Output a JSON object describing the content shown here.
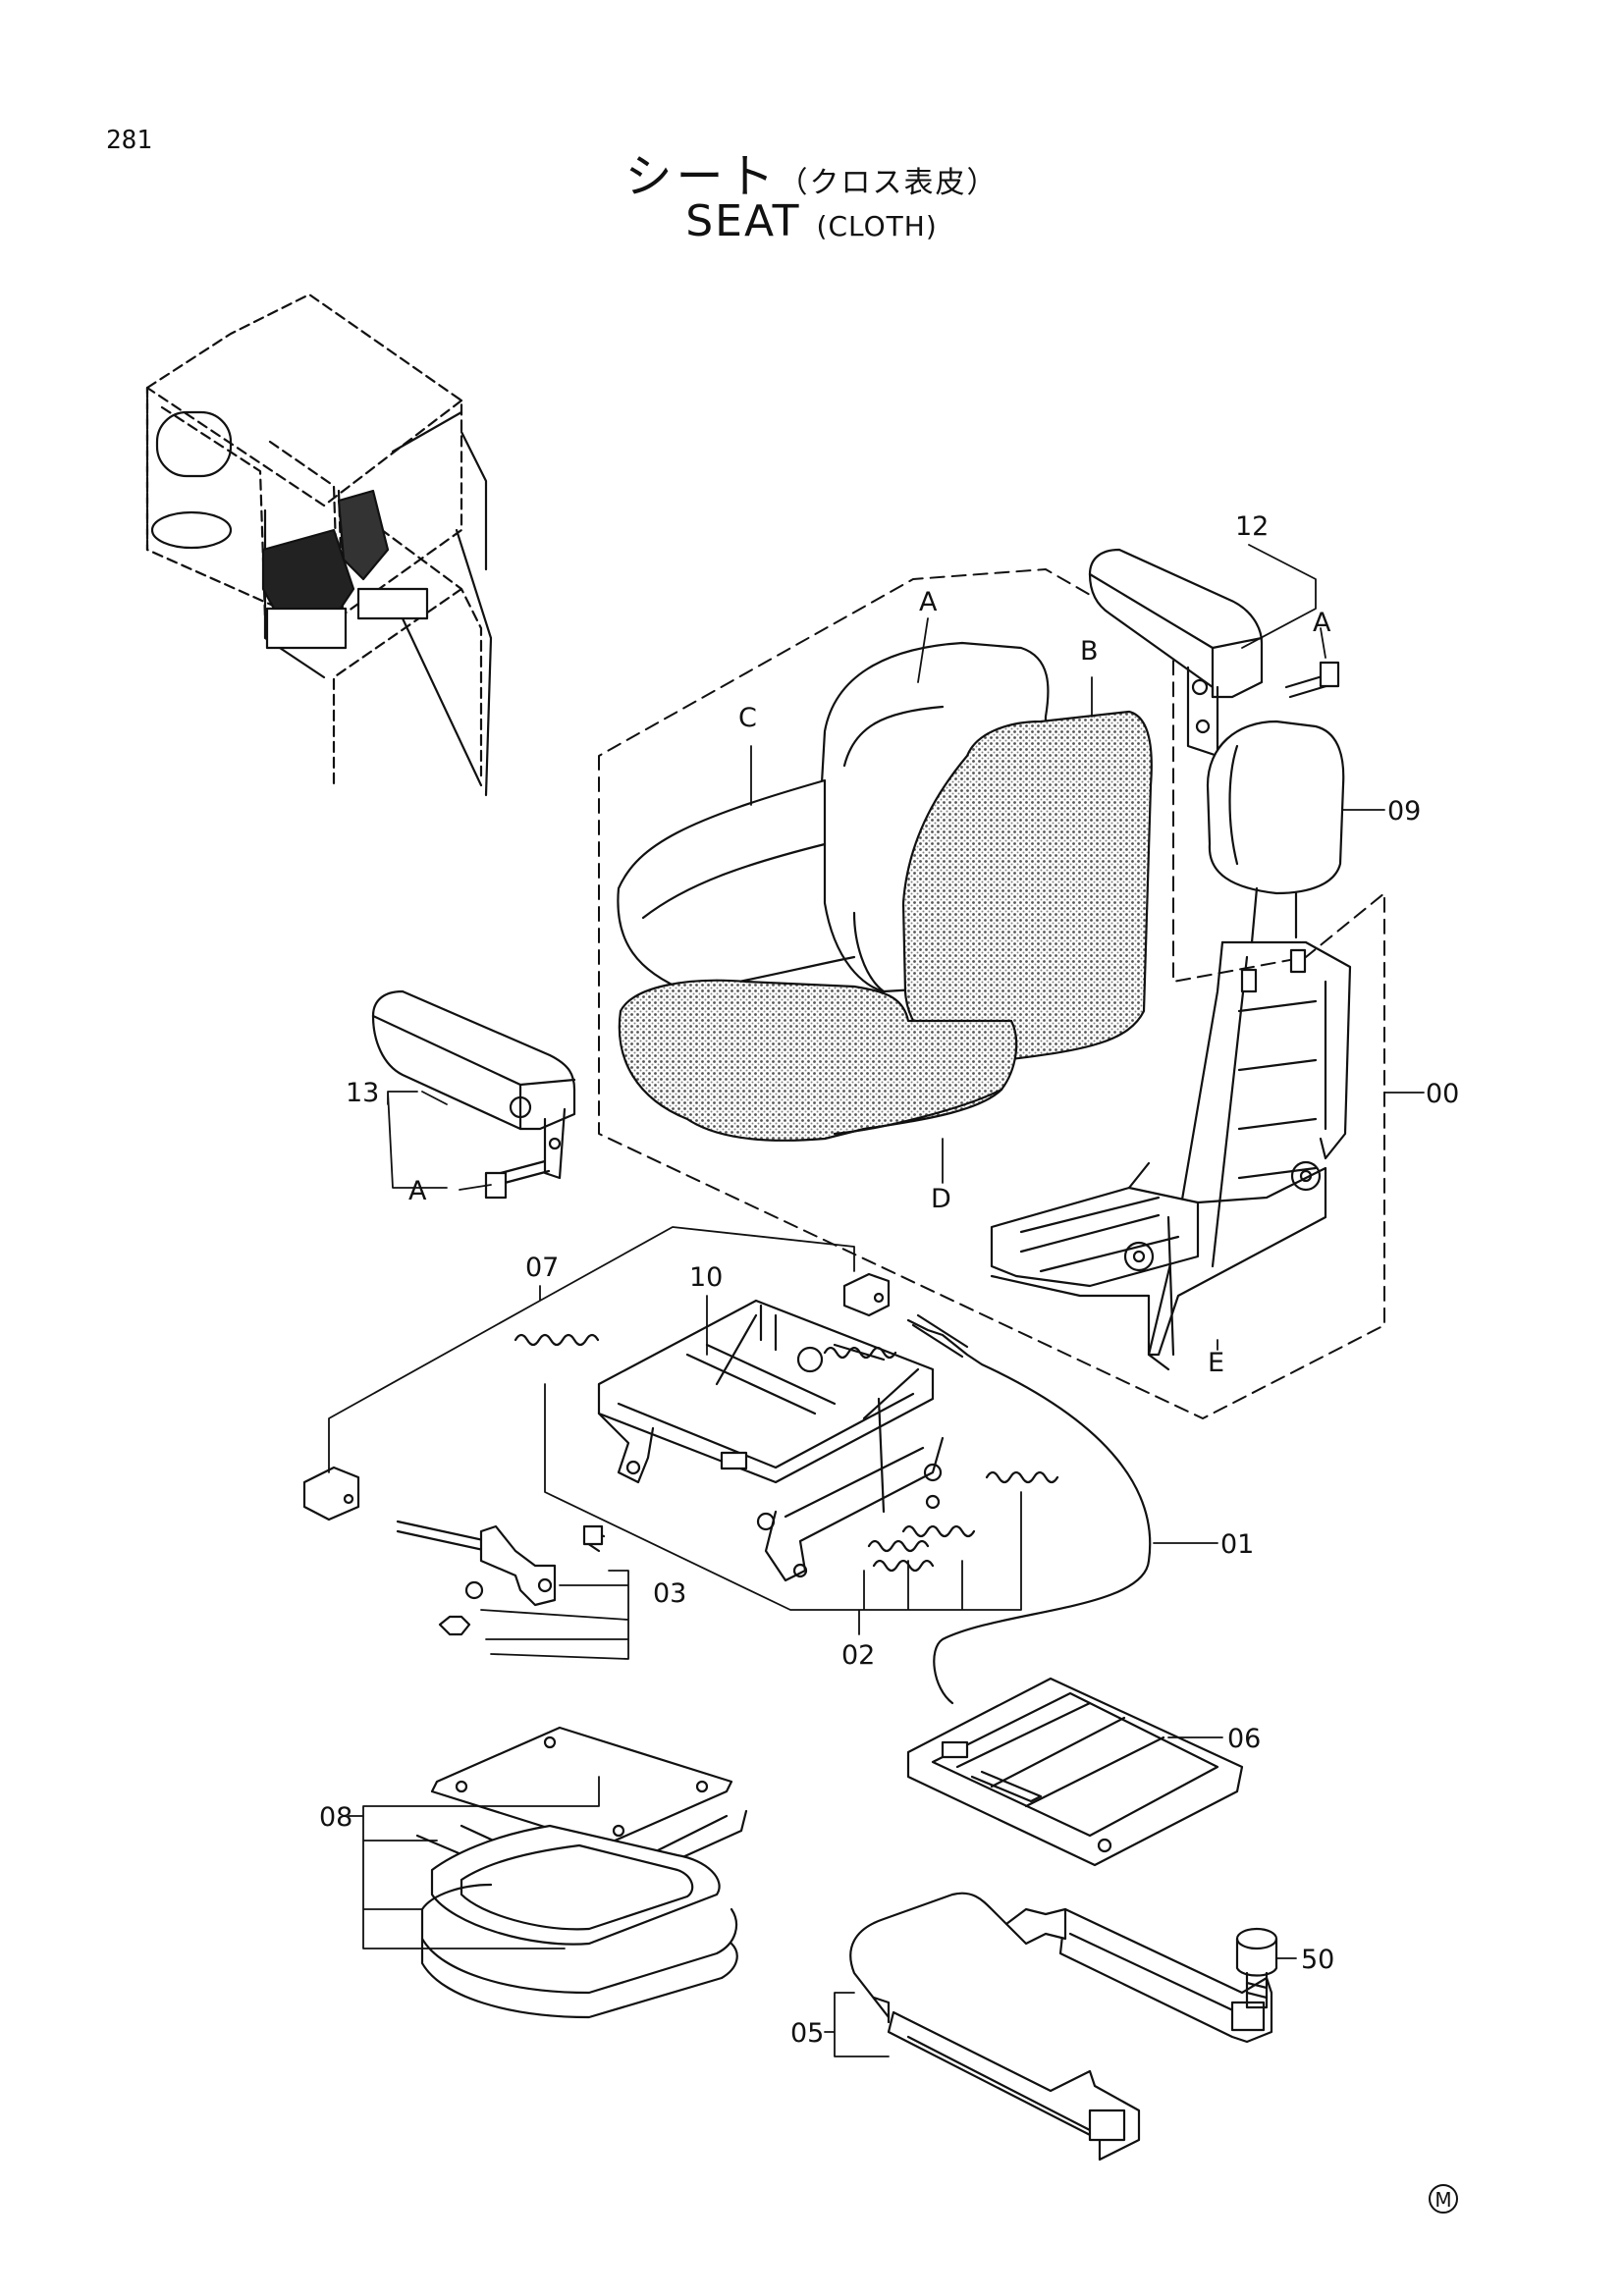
{
  "page_number": "281",
  "title": {
    "jp_main": "シート",
    "jp_sub": "（クロス表皮）",
    "en_main": "SEAT",
    "en_sub": "(CLOTH)"
  },
  "labels": {
    "A_top": "A",
    "B": "B",
    "C": "C",
    "D": "D",
    "E": "E",
    "A_right": "A",
    "A_left": "A",
    "p12": "12",
    "p09": "09",
    "p00": "00",
    "p13": "13",
    "p07": "07",
    "p10": "10",
    "p01": "01",
    "p03": "03",
    "p02": "02",
    "p06": "06",
    "p08": "08",
    "p50": "50",
    "p05": "05"
  },
  "mark": "M"
}
